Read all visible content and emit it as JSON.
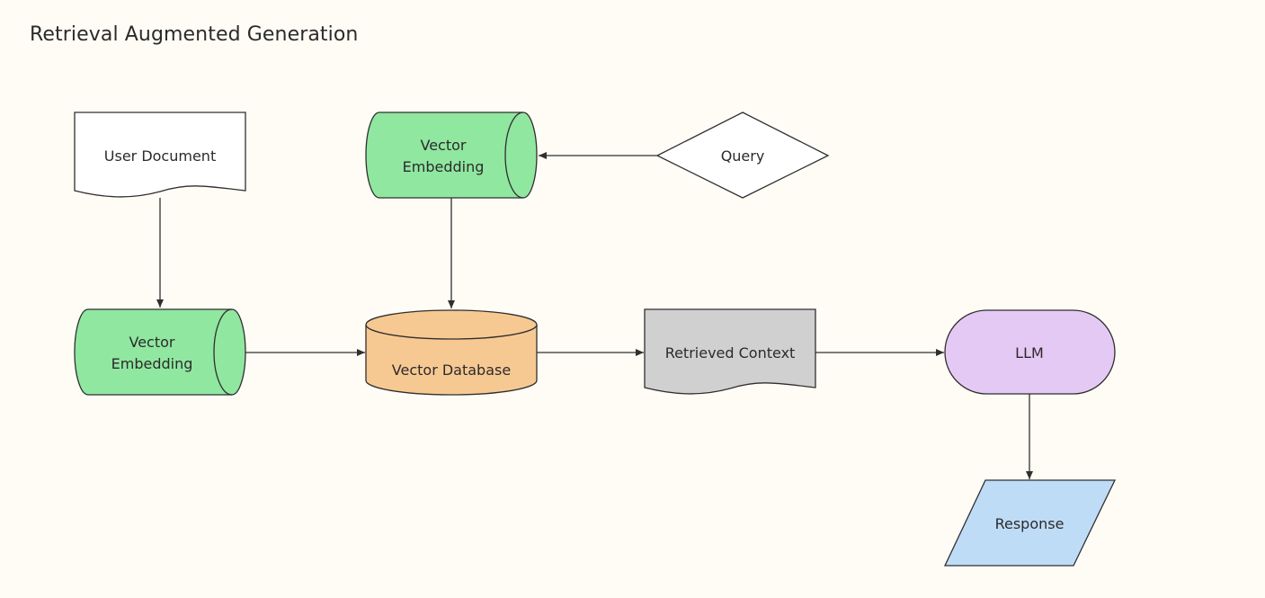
{
  "title": "Retrieval Augmented Generation",
  "nodes": {
    "user_document": {
      "lines": [
        "User Document"
      ],
      "shape": "document",
      "color": "#ffffff"
    },
    "vector_embedding_top": {
      "lines": [
        "Vector",
        "Embedding"
      ],
      "shape": "horizontal-cylinder",
      "color": "#90e7a0"
    },
    "query": {
      "lines": [
        "Query"
      ],
      "shape": "diamond",
      "color": "#ffffff"
    },
    "vector_embedding_left": {
      "lines": [
        "Vector",
        "Embedding"
      ],
      "shape": "horizontal-cylinder",
      "color": "#90e7a0"
    },
    "vector_database": {
      "lines": [
        "Vector Database"
      ],
      "shape": "database",
      "color": "#f7c992"
    },
    "retrieved_context": {
      "lines": [
        "Retrieved Context"
      ],
      "shape": "document",
      "color": "#d0d0d0"
    },
    "llm": {
      "lines": [
        "LLM"
      ],
      "shape": "terminal",
      "color": "#e5c9f5"
    },
    "response": {
      "lines": [
        "Response"
      ],
      "shape": "parallelogram",
      "color": "#bfdcf7"
    }
  },
  "edges": [
    {
      "from": "user_document",
      "to": "vector_embedding_left"
    },
    {
      "from": "query",
      "to": "vector_embedding_top"
    },
    {
      "from": "vector_embedding_top",
      "to": "vector_database"
    },
    {
      "from": "vector_embedding_left",
      "to": "vector_database"
    },
    {
      "from": "vector_database",
      "to": "retrieved_context"
    },
    {
      "from": "retrieved_context",
      "to": "llm"
    },
    {
      "from": "llm",
      "to": "response"
    }
  ]
}
